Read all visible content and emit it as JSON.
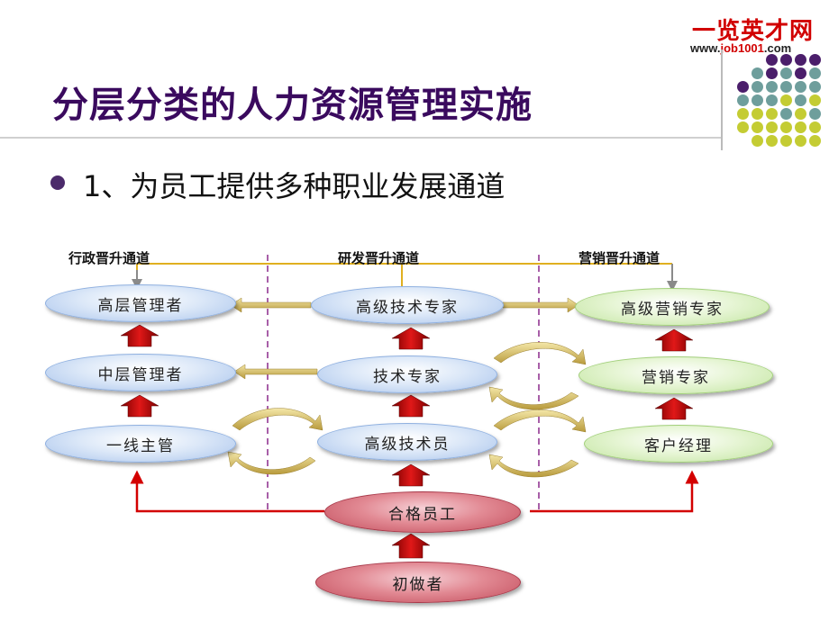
{
  "logo": {
    "brand_first": "一",
    "brand_rest": "览英才网",
    "url_prefix": "www.",
    "url_highlight": "job1001",
    "url_suffix": ".com"
  },
  "title": "分层分类的人力资源管理实施",
  "bullet": "1、为员工提供多种职业发展通道",
  "channels": {
    "admin": "行政晋升通道",
    "rd": "研发晋升通道",
    "sales": "营销晋升通道"
  },
  "nodes": {
    "admin_top": "高层管理者",
    "admin_mid": "中层管理者",
    "admin_low": "一线主管",
    "rd_top": "高级技术专家",
    "rd_mid": "技术专家",
    "rd_low": "高级技术员",
    "sales_top": "高级营销专家",
    "sales_mid": "营销专家",
    "sales_low": "客户经理",
    "qualified": "合格员工",
    "beginner": "初做者"
  },
  "colors": {
    "title": "#3a0a5e",
    "bullet": "#4b2a6b",
    "divider": "#8b2a8b",
    "up_arrow": "#c00000",
    "side_arrow": "#d4b85c",
    "connector": "#d30000",
    "dots": [
      "#4b1e6b",
      "#6e9e9c",
      "#c4cc33"
    ]
  }
}
